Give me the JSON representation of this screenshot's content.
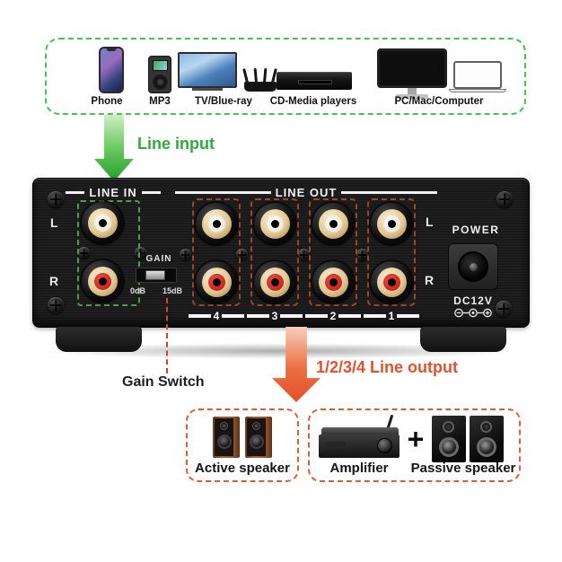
{
  "source_box": {
    "border_color": "#47c352",
    "devices": [
      {
        "label": "Phone",
        "icon": "smartphone-icon"
      },
      {
        "label": "MP3",
        "icon": "mp3-player-icon"
      },
      {
        "label": "TV/Blue-ray",
        "icon": "tv-and-router-icon"
      },
      {
        "label": "CD-Media players",
        "icon": "cd-player-icon"
      },
      {
        "label": "PC/Mac/Computer",
        "icon": "desktop-and-laptop-icon"
      }
    ]
  },
  "line_input": {
    "label": "Line input",
    "color": "#2faa3b"
  },
  "device_panel": {
    "line_in": {
      "header": "LINE IN",
      "l": "L",
      "r": "R"
    },
    "gain": {
      "label": "GAIN",
      "low": "0dB",
      "high": "15dB"
    },
    "line_out": {
      "header": "LINE OUT",
      "channels": [
        "4",
        "3",
        "2",
        "1"
      ],
      "l": "L",
      "r": "R"
    },
    "power": {
      "label": "POWER",
      "voltage": "DC12V"
    }
  },
  "annotations": {
    "gain_switch": "Gain Switch",
    "line_output": {
      "label": "1/2/3/4 Line output",
      "color": "#e2502c"
    }
  },
  "output_box": {
    "border_color": "#e4593a",
    "active_speaker": "Active speaker",
    "amplifier": "Amplifier",
    "plus": "+",
    "passive_speaker": "Passive speaker"
  }
}
